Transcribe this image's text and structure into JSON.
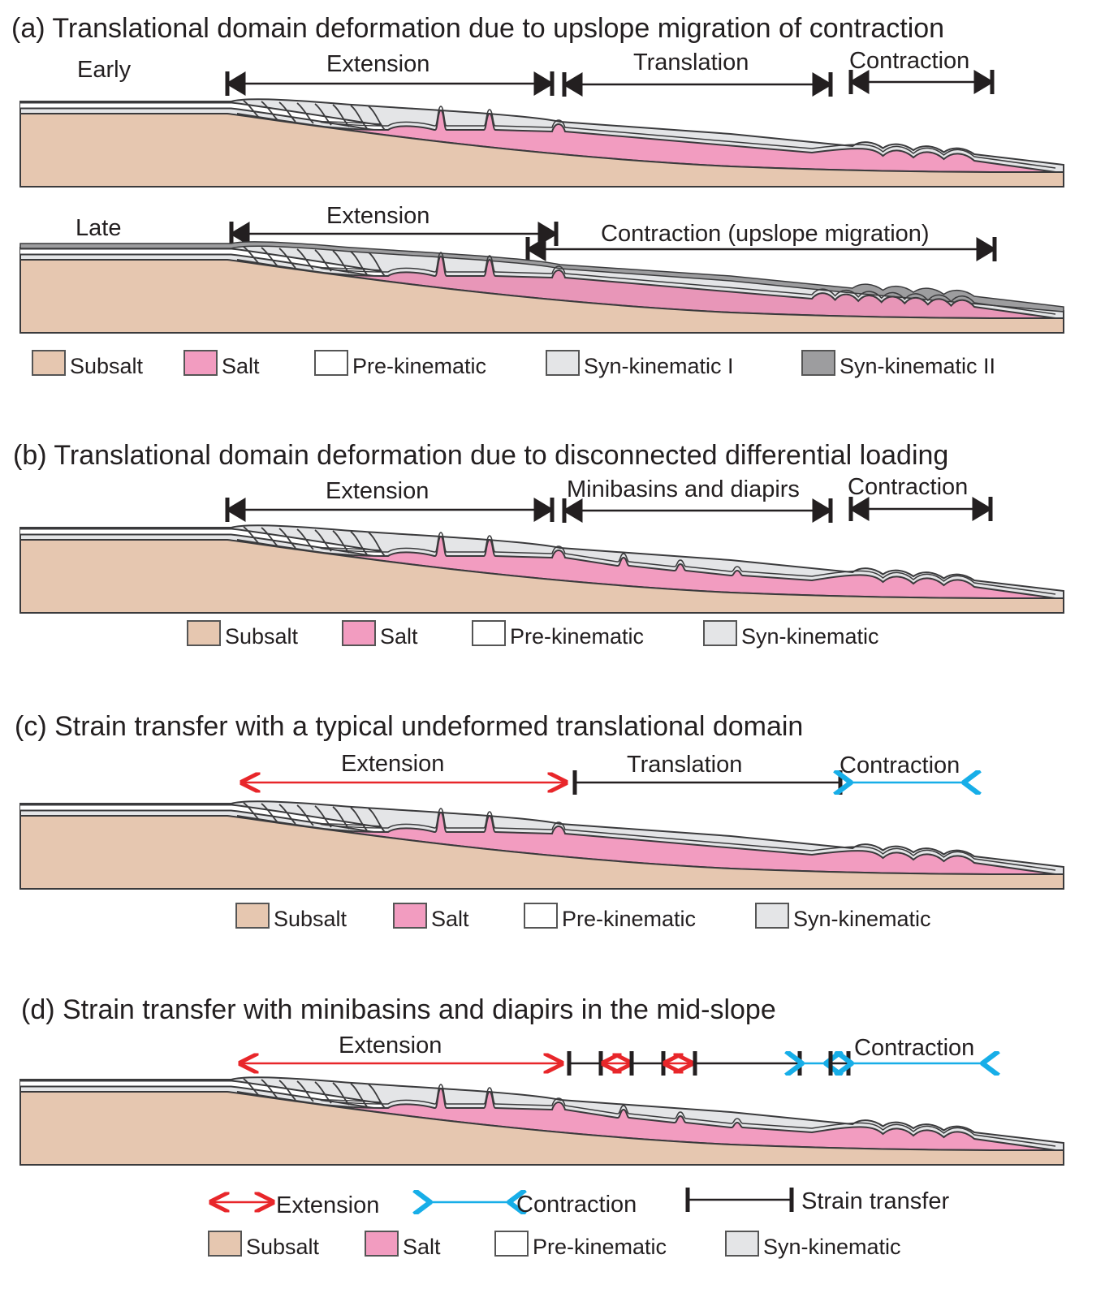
{
  "colors": {
    "subsalt": "#e6c7b0",
    "salt": "#f29cc0",
    "salt_late": "#e896b8",
    "pre": "#ffffff",
    "syn": "#e4e5e7",
    "syn2": "#9d9d9f",
    "line": "#3a3a3c",
    "extension": "#e8262a",
    "contraction": "#17aee8",
    "strain": "#231f20"
  },
  "panel_a": {
    "title": "(a) Translational domain deformation due to upslope migration of contraction",
    "early": {
      "label": "Early",
      "zones": [
        "Extension",
        "Translation",
        "Contraction"
      ]
    },
    "late": {
      "label": "Late",
      "zones": [
        "Extension",
        "Contraction (upslope migration)"
      ]
    },
    "legend": [
      "Subsalt",
      "Salt",
      "Pre-kinematic",
      "Syn-kinematic I",
      "Syn-kinematic II"
    ]
  },
  "panel_b": {
    "title": "(b)  Translational domain deformation due to disconnected differential loading",
    "zones": [
      "Extension",
      "Minibasins and diapirs",
      "Contraction"
    ],
    "legend": [
      "Subsalt",
      "Salt",
      "Pre-kinematic",
      "Syn-kinematic"
    ]
  },
  "panel_c": {
    "title": "(c) Strain transfer with a typical undeformed translational domain",
    "zones": [
      "Extension",
      "Translation",
      "Contraction"
    ],
    "legend": [
      "Subsalt",
      "Salt",
      "Pre-kinematic",
      "Syn-kinematic"
    ]
  },
  "panel_d": {
    "title": "(d) Strain transfer with minibasins and diapirs in the mid-slope",
    "zones": [
      "Extension",
      "Contraction"
    ],
    "arrow_legend": [
      "Extension",
      "Contraction",
      "Strain transfer"
    ],
    "legend": [
      "Subsalt",
      "Salt",
      "Pre-kinematic",
      "Syn-kinematic"
    ]
  }
}
